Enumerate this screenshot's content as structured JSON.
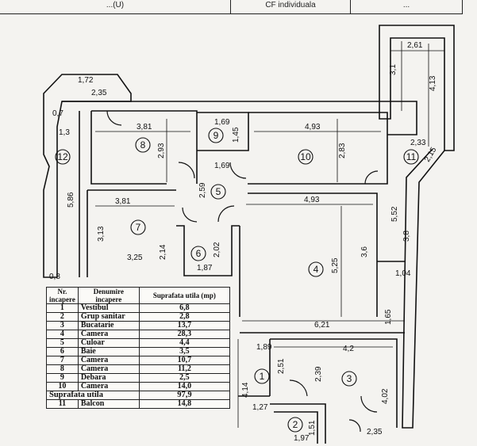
{
  "header": {
    "left_text": "...(U)",
    "center_text": "CF individuala",
    "right_text": "..."
  },
  "rooms": [
    {
      "nr": "1",
      "name": "Vestibul",
      "area": "6,8"
    },
    {
      "nr": "2",
      "name": "Grup sanitar",
      "area": "2,8"
    },
    {
      "nr": "3",
      "name": "Bucatarie",
      "area": "13,7"
    },
    {
      "nr": "4",
      "name": "Camera",
      "area": "28,3"
    },
    {
      "nr": "5",
      "name": "Culoar",
      "area": "4,4"
    },
    {
      "nr": "6",
      "name": "Baie",
      "area": "3,5"
    },
    {
      "nr": "7",
      "name": "Camera",
      "area": "10,7"
    },
    {
      "nr": "8",
      "name": "Camera",
      "area": "11,2"
    },
    {
      "nr": "9",
      "name": "Debara",
      "area": "2,5"
    },
    {
      "nr": "10",
      "name": "Camera",
      "area": "14,0"
    }
  ],
  "table_headers": {
    "nr": "Nr. incapere",
    "name": "Denumire incapere",
    "area": "Suprafata utila (mp)"
  },
  "total": {
    "label": "Suprafata utila",
    "value": "97,9"
  },
  "balcony": {
    "nr": "11",
    "name": "Balcon",
    "area": "14,8"
  },
  "room_markers": [
    "1",
    "2",
    "3",
    "4",
    "5",
    "6",
    "7",
    "8",
    "9",
    "10",
    "11",
    "12"
  ],
  "dimensions": [
    "2,61",
    "3,1",
    "4,13",
    "1,72",
    "2,35",
    "0,7",
    "1,3",
    "3,81",
    "2,93",
    "1,69",
    "1,45",
    "4,93",
    "2,83",
    "2,33",
    "2,15",
    "1,69",
    "2,59",
    "5,86",
    "3,81",
    "4,93",
    "5,52",
    "3,13",
    "2,14",
    "2,02",
    "3,6",
    "3,8",
    "3,25",
    "1,87",
    "5,25",
    "1,04",
    "0,8",
    "1,65",
    "6,21",
    "1,89",
    "4,2",
    "2,51",
    "2,39",
    "4,14",
    "4,02",
    "1,27",
    "1,51",
    "1,97",
    "2,35"
  ]
}
